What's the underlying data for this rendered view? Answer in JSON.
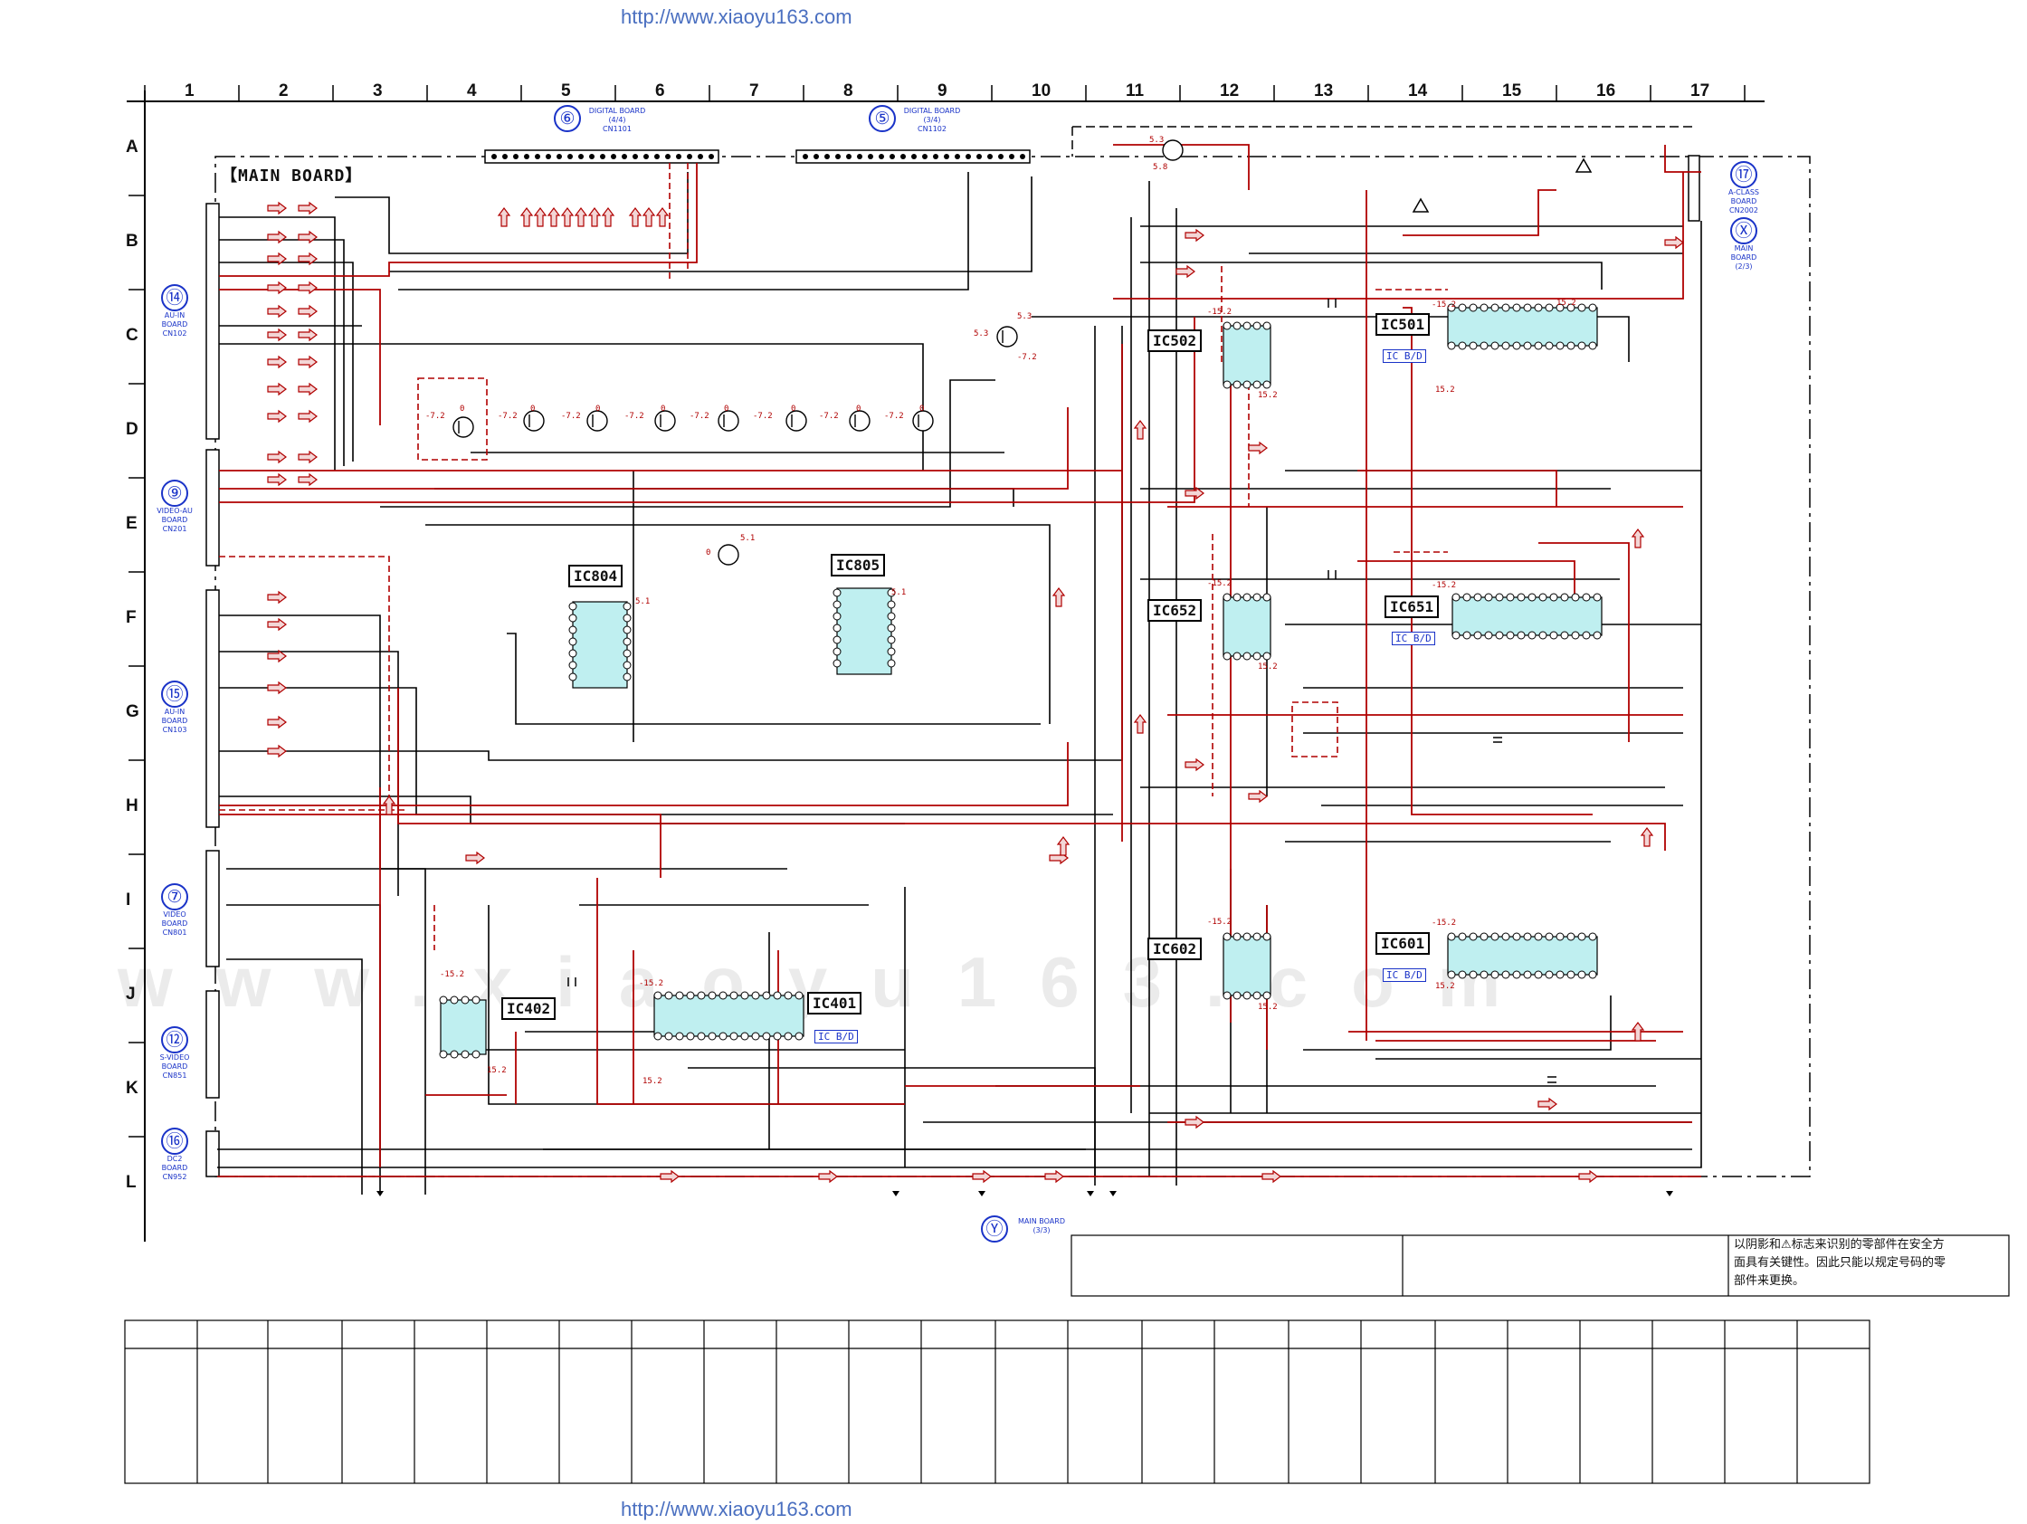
{
  "header_url": "http://www.xiaoyu163.com",
  "footer_url": "http://www.xiaoyu163.com",
  "columns": [
    "1",
    "2",
    "3",
    "4",
    "5",
    "6",
    "7",
    "8",
    "9",
    "10",
    "11",
    "12",
    "13",
    "14",
    "15",
    "16",
    "17"
  ],
  "rows": [
    "A",
    "B",
    "C",
    "D",
    "E",
    "F",
    "G",
    "H",
    "I",
    "J",
    "K",
    "L"
  ],
  "main_board_title": "【MAIN BOARD】",
  "boards": [
    {
      "num": "⑥",
      "label": "DIGITAL BOARD (4/4)\nCN1101"
    },
    {
      "num": "⑤",
      "label": "DIGITAL BOARD (3/4)\nCN1102"
    },
    {
      "num": "⑰",
      "label": "A-CLASS\nBOARD\nCN2002"
    },
    {
      "num": "Ⓧ",
      "label": "MAIN\nBOARD\n(2/3)"
    },
    {
      "num": "⑭",
      "label": "AU-IN\nBOARD\nCN102"
    },
    {
      "num": "⑨",
      "label": "VIDEO-AU\nBOARD\nCN201"
    },
    {
      "num": "⑮",
      "label": "AU-IN\nBOARD\nCN103"
    },
    {
      "num": "⑦",
      "label": "VIDEO\nBOARD\nCN801"
    },
    {
      "num": "⑫",
      "label": "S-VIDEO\nBOARD\nCN851"
    },
    {
      "num": "⑯",
      "label": "DC2\nBOARD\nCN952"
    },
    {
      "num": "Ⓨ",
      "label": "MAIN BOARD\n(3/3)"
    }
  ],
  "ics": {
    "ic804": "IC804",
    "ic805": "IC805",
    "ic502": "IC502",
    "ic501": "IC501",
    "ic652": "IC652",
    "ic651": "IC651",
    "ic602": "IC602",
    "ic601": "IC601",
    "ic402": "IC402",
    "ic401": "IC401"
  },
  "ic_sub_label": "IC B/D",
  "voltages": {
    "neg": "-7.2",
    "pos": "5.3",
    "v5_1": "5.1",
    "v15": "15.2",
    "vneg15": "-15.2",
    "v5_8": "5.8",
    "zero": "0"
  },
  "safety_note_lines": [
    "以阴影和⚠标志来识别的零部件在安全方",
    "面具有关键性。因此只能以规定号码的零",
    "部件来更换。"
  ],
  "watermark_text": "www.xiaoyu163.com",
  "colors": {
    "wire": "#000000",
    "signal": "#b00000",
    "ic_fill": "#bfeff0",
    "label_blue": "#1a33c8"
  }
}
